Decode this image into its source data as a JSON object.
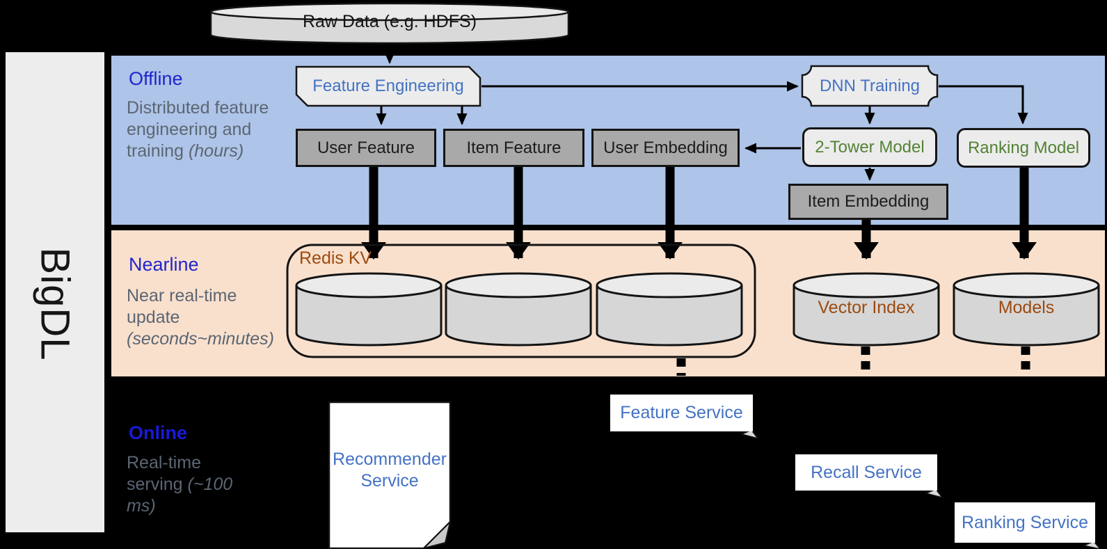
{
  "brand": {
    "name": "BigDL"
  },
  "sections": {
    "offline": {
      "title": "Offline",
      "desc": "Distributed feature engineering and training ",
      "desc_italic": "(hours)"
    },
    "nearline": {
      "title": "Nearline",
      "desc": "Near real-time update ",
      "desc_italic": "(seconds~minutes)"
    },
    "online": {
      "title": "Online",
      "desc": "Real-time serving ",
      "desc_italic": "(~100 ms)"
    }
  },
  "nodes": {
    "raw_data": "Raw Data (e.g. HDFS)",
    "feature_engineering": "Feature Engineering",
    "dnn_training": "DNN Training",
    "user_feature": "User Feature",
    "item_feature": "Item Feature",
    "user_embedding": "User Embedding",
    "two_tower_model": "2-Tower Model",
    "ranking_model": "Ranking Model",
    "item_embedding": "Item Embedding",
    "redis_kv": "Redis KV",
    "vector_index": "Vector Index",
    "models": "Models"
  },
  "services": {
    "recommender_line1": "Recommender",
    "recommender_line2": "Service",
    "feature": "Feature Service",
    "recall": "Recall Service",
    "ranking": "Ranking Service"
  },
  "colors": {
    "offline_band": "#aec4e8",
    "nearline_band": "#f9e0cd",
    "background": "#000000",
    "accent_blue_text": "#4472c4",
    "section_header_blue": "#2125cd",
    "model_green": "#548235",
    "storage_brown": "#9c4a0f",
    "gray_node": "#a9a9a9",
    "light_node": "#ececec"
  }
}
